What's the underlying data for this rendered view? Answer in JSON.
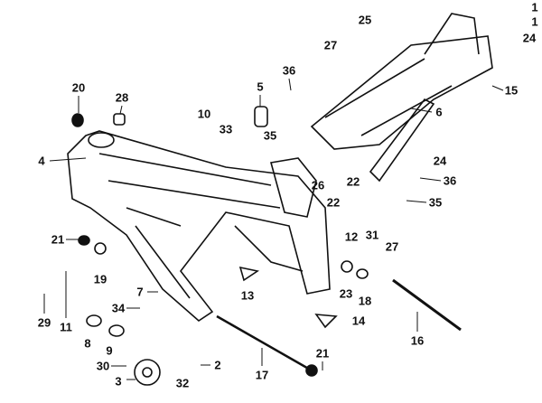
{
  "diagram": {
    "title": "Frame body parts diagram",
    "callouts": [
      {
        "id": "c1a",
        "text": "1"
      },
      {
        "id": "c1b",
        "text": "1"
      },
      {
        "id": "c24a",
        "text": "24"
      },
      {
        "id": "c25",
        "text": "25"
      },
      {
        "id": "c27a",
        "text": "27"
      },
      {
        "id": "c36a",
        "text": "36"
      },
      {
        "id": "c5",
        "text": "5"
      },
      {
        "id": "c15",
        "text": "15"
      },
      {
        "id": "c6",
        "text": "6"
      },
      {
        "id": "c20",
        "text": "20"
      },
      {
        "id": "c28",
        "text": "28"
      },
      {
        "id": "c10",
        "text": "10"
      },
      {
        "id": "c33",
        "text": "33"
      },
      {
        "id": "c35a",
        "text": "35"
      },
      {
        "id": "c4",
        "text": "4"
      },
      {
        "id": "c26",
        "text": "26"
      },
      {
        "id": "c22a",
        "text": "22"
      },
      {
        "id": "c22b",
        "text": "22"
      },
      {
        "id": "c24b",
        "text": "24"
      },
      {
        "id": "c36b",
        "text": "36"
      },
      {
        "id": "c35b",
        "text": "35"
      },
      {
        "id": "c12",
        "text": "12"
      },
      {
        "id": "c31",
        "text": "31"
      },
      {
        "id": "c27b",
        "text": "27"
      },
      {
        "id": "c21a",
        "text": "21"
      },
      {
        "id": "c19",
        "text": "19"
      },
      {
        "id": "c13",
        "text": "13"
      },
      {
        "id": "c7",
        "text": "7"
      },
      {
        "id": "c23",
        "text": "23"
      },
      {
        "id": "c18",
        "text": "18"
      },
      {
        "id": "c29",
        "text": "29"
      },
      {
        "id": "c11",
        "text": "11"
      },
      {
        "id": "c34",
        "text": "34"
      },
      {
        "id": "c14",
        "text": "14"
      },
      {
        "id": "c16",
        "text": "16"
      },
      {
        "id": "c8",
        "text": "8"
      },
      {
        "id": "c9",
        "text": "9"
      },
      {
        "id": "c30",
        "text": "30"
      },
      {
        "id": "c2",
        "text": "2"
      },
      {
        "id": "c3",
        "text": "3"
      },
      {
        "id": "c32",
        "text": "32"
      },
      {
        "id": "c17",
        "text": "17"
      },
      {
        "id": "c21b",
        "text": "21"
      }
    ]
  }
}
